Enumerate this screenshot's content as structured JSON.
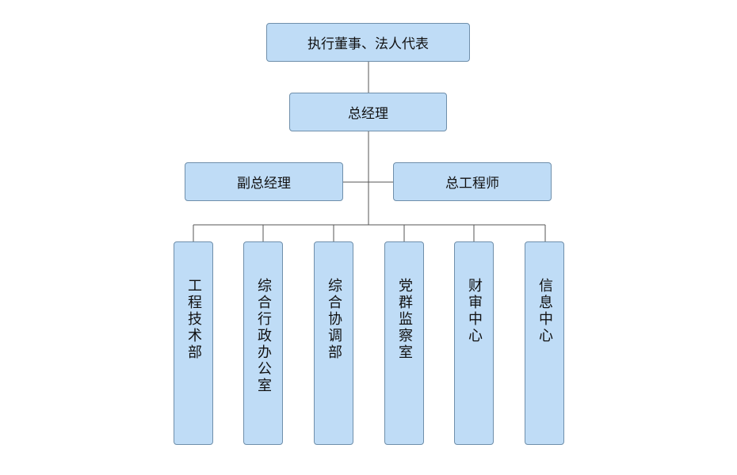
{
  "org_chart": {
    "top": {
      "label": "执行董事、法人代表"
    },
    "general_manager": {
      "label": "总经理"
    },
    "deputy_general_manager": {
      "label": "副总经理"
    },
    "chief_engineer": {
      "label": "总工程师"
    },
    "departments": [
      {
        "label": "工程技术部"
      },
      {
        "label": "综合行政办公室"
      },
      {
        "label": "综合协调部"
      },
      {
        "label": "党群监察室"
      },
      {
        "label": "财审中心"
      },
      {
        "label": "信息中心"
      }
    ]
  },
  "colors": {
    "box_fill": "#bfdcf6",
    "box_border": "#6f8fab",
    "connector": "#555555",
    "text": "#111111"
  }
}
